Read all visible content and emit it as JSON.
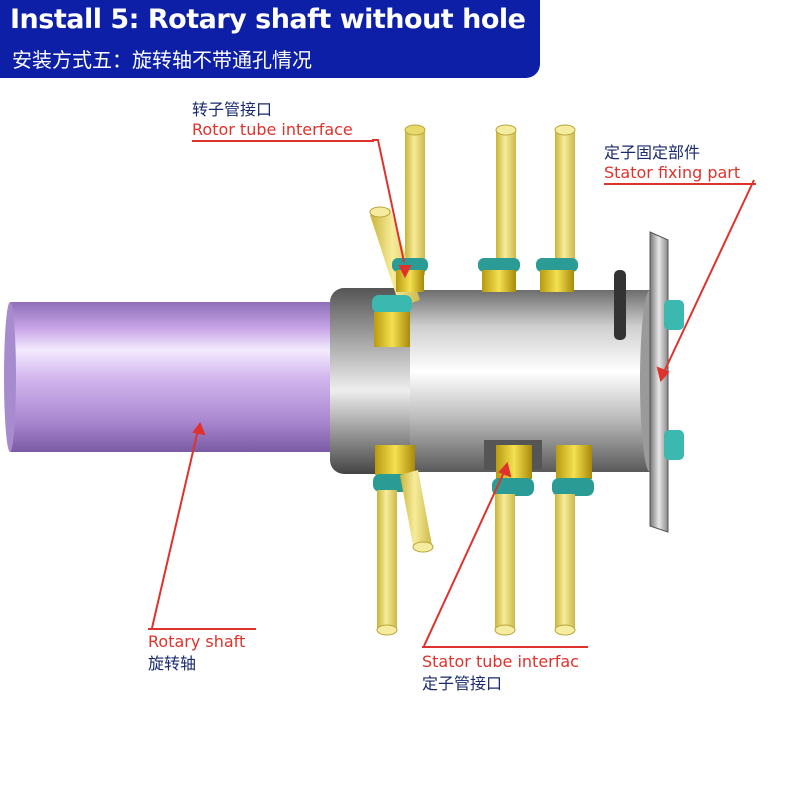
{
  "header": {
    "title": "Install 5: Rotary shaft without hole",
    "subtitle": "安装方式五：旋转轴不带通孔情况"
  },
  "labels": {
    "rotor_interface": {
      "cn": "转子管接口",
      "en": "Rotor tube interface"
    },
    "stator_fixing": {
      "cn": "定子固定部件",
      "en": "Stator fixing part"
    },
    "rotary_shaft": {
      "en": "Rotary shaft",
      "cn": "旋转轴"
    },
    "stator_interface": {
      "en": "Stator tube interfac",
      "cn": "定子管接口"
    }
  },
  "colors": {
    "banner": "#0d1fa6",
    "annotation_red": "#e0322d",
    "annotation_cn": "#1a2a6e",
    "shaft": "#c9a6e8",
    "tube": "#f1e27a",
    "fitting_ring": "#3bb8b0"
  }
}
